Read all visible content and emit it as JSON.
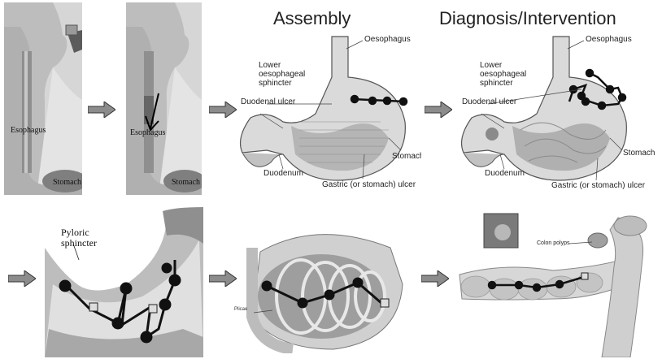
{
  "headings": {
    "assembly": "Assembly",
    "diagnosis": "Diagnosis/Intervention"
  },
  "panel1": {
    "esophagus": "Esophagus",
    "stomach": "Stomach"
  },
  "panel2": {
    "esophagus": "Esophagus",
    "stomach": "Stomach"
  },
  "panel3": {
    "oesophagus": "Oesophagus",
    "lower_sphincter": "Lower\noesophageal\nsphincter",
    "duodenal_ulcer": "Duodenal ulcer",
    "duodenum": "Duodenum",
    "stomach": "Stomach",
    "gastric_ulcer": "Gastric (or stomach) ulcer"
  },
  "panel4": {
    "oesophagus": "Oesophagus",
    "lower_sphincter": "Lower\noesophageal\nsphincter",
    "duodenal_ulcer": "Duodenal ulcer",
    "duodenum": "Duodenum",
    "stomach": "Stomach",
    "gastric_ulcer": "Gastric (or stomach) ulcer"
  },
  "panel5": {
    "pyloric": "Pyloric\nsphincter"
  },
  "panel6": {
    "plicae": "Plicae"
  },
  "panel7": {
    "colon_polyps": "Colon polyps"
  },
  "colors": {
    "arrow_fill": "#8c8c8c",
    "arrow_stroke": "#333333",
    "tissue_light": "#d9d9d9",
    "tissue_dark": "#9a9a9a",
    "robot": "#111111"
  }
}
